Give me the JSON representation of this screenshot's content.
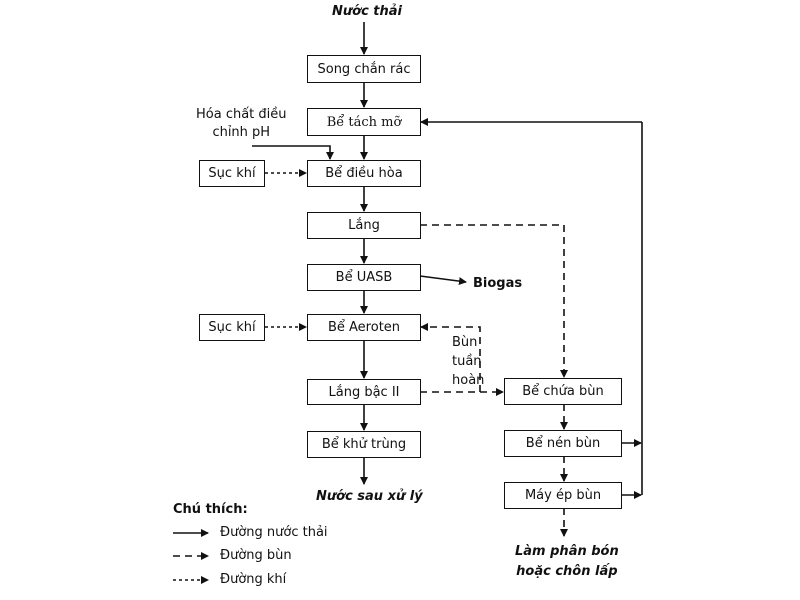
{
  "title": "Sơ đồ quy trình xử lý nước thải",
  "input": "Nước thải",
  "output_water": "Nước sau xử lý",
  "output_sludge": [
    "Làm phân bón",
    "hoặc chôn lấp"
  ],
  "chemical_input": [
    "Hóa chất điều",
    "chỉnh pH"
  ],
  "biogas": "Biogas",
  "recycle_label": [
    "Bùn",
    "tuần",
    "hoàn"
  ],
  "main_boxes": [
    {
      "id": "song-chan-rac",
      "label": "Song chắn rác"
    },
    {
      "id": "be-tach-mo",
      "label": "Bể tách mỡ"
    },
    {
      "id": "be-dieu-hoa",
      "label": "Bể điều hòa"
    },
    {
      "id": "lang",
      "label": "Lắng"
    },
    {
      "id": "be-uasb",
      "label": "Bể UASB"
    },
    {
      "id": "be-aeroten",
      "label": "Bể Aeroten"
    },
    {
      "id": "lang-bac-ii",
      "label": "Lắng bậc II"
    },
    {
      "id": "be-khu-trung",
      "label": "Bể khử trùng"
    }
  ],
  "air_boxes": [
    {
      "id": "suc-khi-1",
      "label": "Sục khí"
    },
    {
      "id": "suc-khi-2",
      "label": "Sục khí"
    }
  ],
  "sludge_boxes": [
    {
      "id": "be-chua-bun",
      "label": "Bể chứa bùn"
    },
    {
      "id": "be-nen-bun",
      "label": "Bể nén bùn"
    },
    {
      "id": "may-ep-bun",
      "label": "Máy ép bùn"
    }
  ],
  "legend": {
    "title": "Chú thích:",
    "items": [
      {
        "style": "solid",
        "label": "Đường nước thải"
      },
      {
        "style": "dashed",
        "label": "Đường bùn"
      },
      {
        "style": "dotted",
        "label": "Đường khí"
      }
    ]
  },
  "colors": {
    "line": "#111111",
    "background": "#ffffff"
  }
}
